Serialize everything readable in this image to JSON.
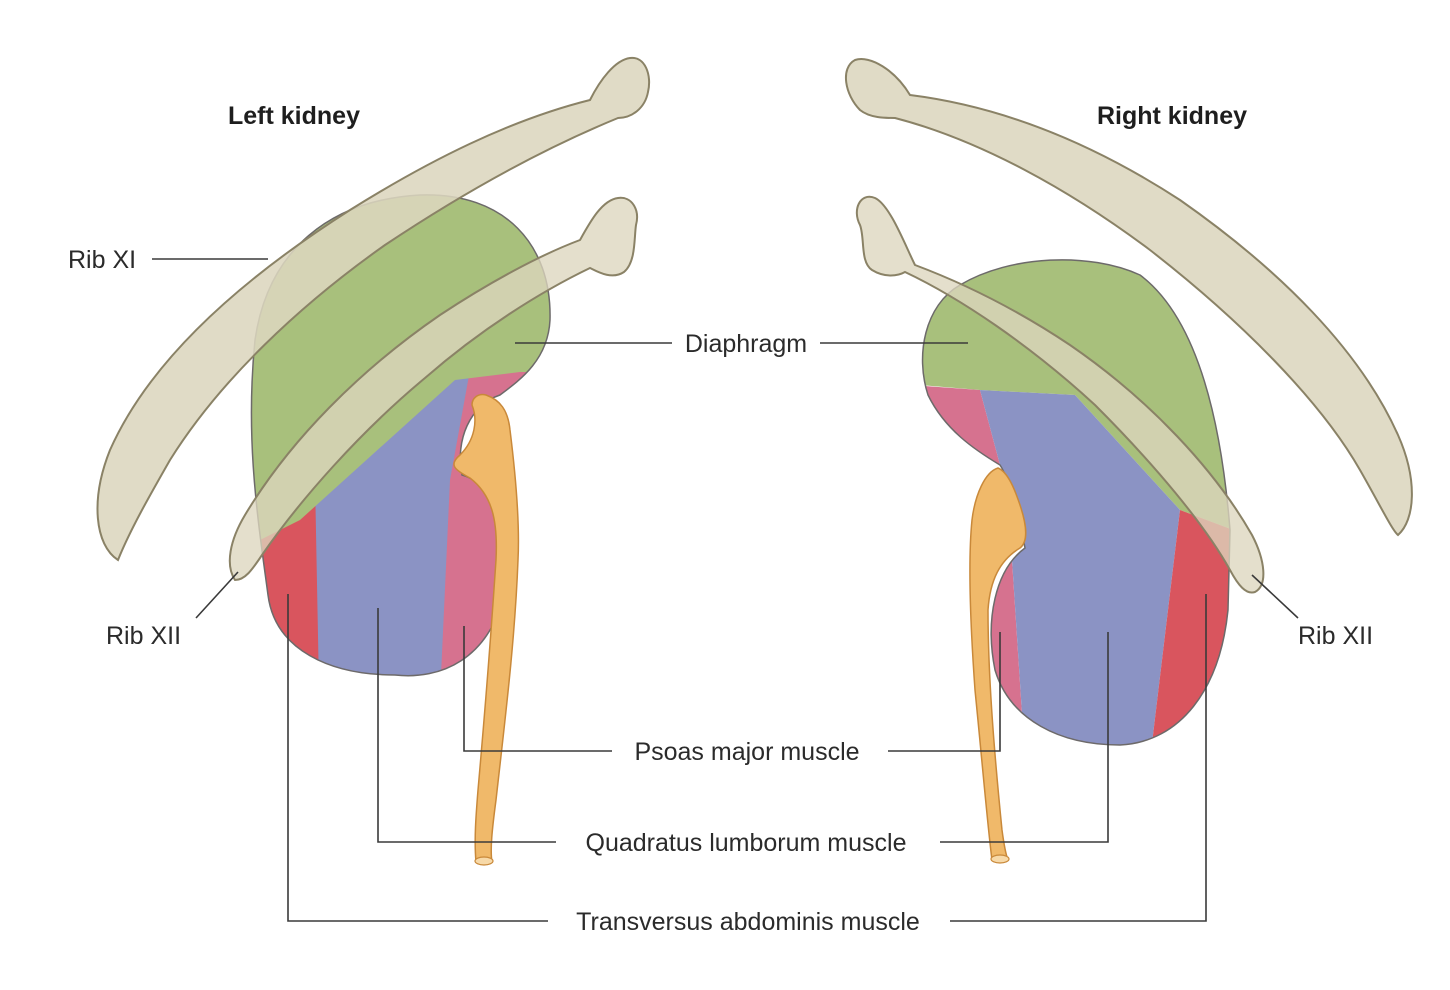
{
  "headings": {
    "left": "Left kidney",
    "right": "Right kidney"
  },
  "labels": {
    "rib_xi": "Rib XI",
    "rib_xii_left": "Rib XII",
    "rib_xii_right": "Rib XII",
    "diaphragm": "Diaphragm",
    "psoas": "Psoas major muscle",
    "quadratus": "Quadratus lumborum muscle",
    "transversus": "Transversus abdominis muscle"
  },
  "colors": {
    "diaphragm": "#a8c07c",
    "psoas": "#d6728f",
    "quadratus": "#8b93c4",
    "transversus": "#d9555e",
    "bone": "#dcd6be",
    "ureter": "#f0b96a"
  }
}
